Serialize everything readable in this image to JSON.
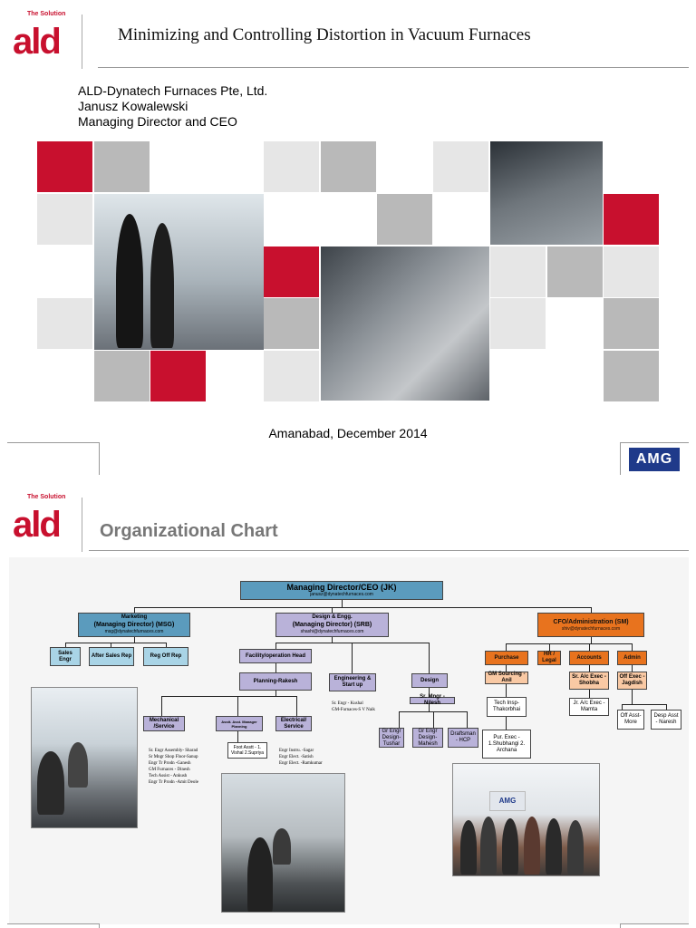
{
  "slide1": {
    "logo_tag": "The Solution",
    "logo_mark": "ald",
    "title": "Minimizing and Controlling Distortion in  Vacuum Furnaces",
    "company": "ALD-Dynatech Furnaces Pte, Ltd.",
    "person": "Janusz Kowalewski",
    "role": "Managing Director and CEO",
    "footer": "Amanabad, December 2014",
    "brand": "AMG"
  },
  "slide2": {
    "logo_tag": "The Solution",
    "logo_mark": "ald",
    "title": "Organizational Chart",
    "ceo": {
      "title": "Managing Director/CEO  (JK)",
      "email": "janusz@dynatechfurnaces.com"
    },
    "marketing": {
      "line1": "Marketing",
      "line2": "(Managing Director) (MSG)",
      "email": "msg@dynatechfurnaces.com"
    },
    "design_engg": {
      "line1": "Design & Engg.",
      "line2": "(Managing Director) (SRB)",
      "email": "shashi@dynatechfurnaces.com"
    },
    "cfo": {
      "line1": "CFO/Administration  (SM)",
      "email": "shiv@dynatechfurnaces.com"
    },
    "marketing_children": [
      "Sales Engr",
      "After Sales Rep",
      "Reg Off Rep"
    ],
    "facility": "Facility/operation Head",
    "planning": "Planning-Rakesh",
    "mechanical": "Mechanical /Service",
    "asst_planning": "Asstt. Asst. Manager Planning",
    "electrical": "Electrical/ Service",
    "foot_asst": "Foot Asstt -            1. Vishal         2.Supriya",
    "mech_notes": [
      "Sr. Engr Assembly- Sharad",
      "Sr Mngr Shop Floor-Sanup",
      "Engr Tr Prodn -Ganesh",
      "GM Furnaces - Dinesh",
      "Tech Assist - Ankush",
      "Engr Tr Prodn -Amit Deole"
    ],
    "elec_notes": [
      "Engr Instru. -Sagar",
      "Engr Elect. -Satish",
      "Engr Elect. -Ramkumar"
    ],
    "engg_startup": "Engineering & Start up",
    "startup_notes": [
      "Sr. Engr - Kushal",
      "GM-Furnaces-S V Naik"
    ],
    "design": "Design",
    "sr_mngr": "Sr. Mngr - Nilesh",
    "design_children": [
      "Gr Engr Design-Tushar",
      "Gr Engr Design-Mahesh",
      "Draftsman - HCP"
    ],
    "purchase": "Purchase",
    "hr": "HR / Legal",
    "accounts": "Accounts",
    "admin": "Admin",
    "gm_sourcing": "GM Sourcing -Anil",
    "tech_insp": "Tech Insp-Thakorbhai",
    "pur_exec": "Pur. Exec -  1.Shubhangi        2. Archana",
    "sr_acc": "Sr. A/c Exec - Shobha",
    "jr_acc": "Jr. A/c Exec - Mamta",
    "off_exec": "Off Exec - Jagdish",
    "off_asst": "Off Asst-More",
    "desp_asst": "Desp Asst - Naresh",
    "brand": "AMG"
  }
}
